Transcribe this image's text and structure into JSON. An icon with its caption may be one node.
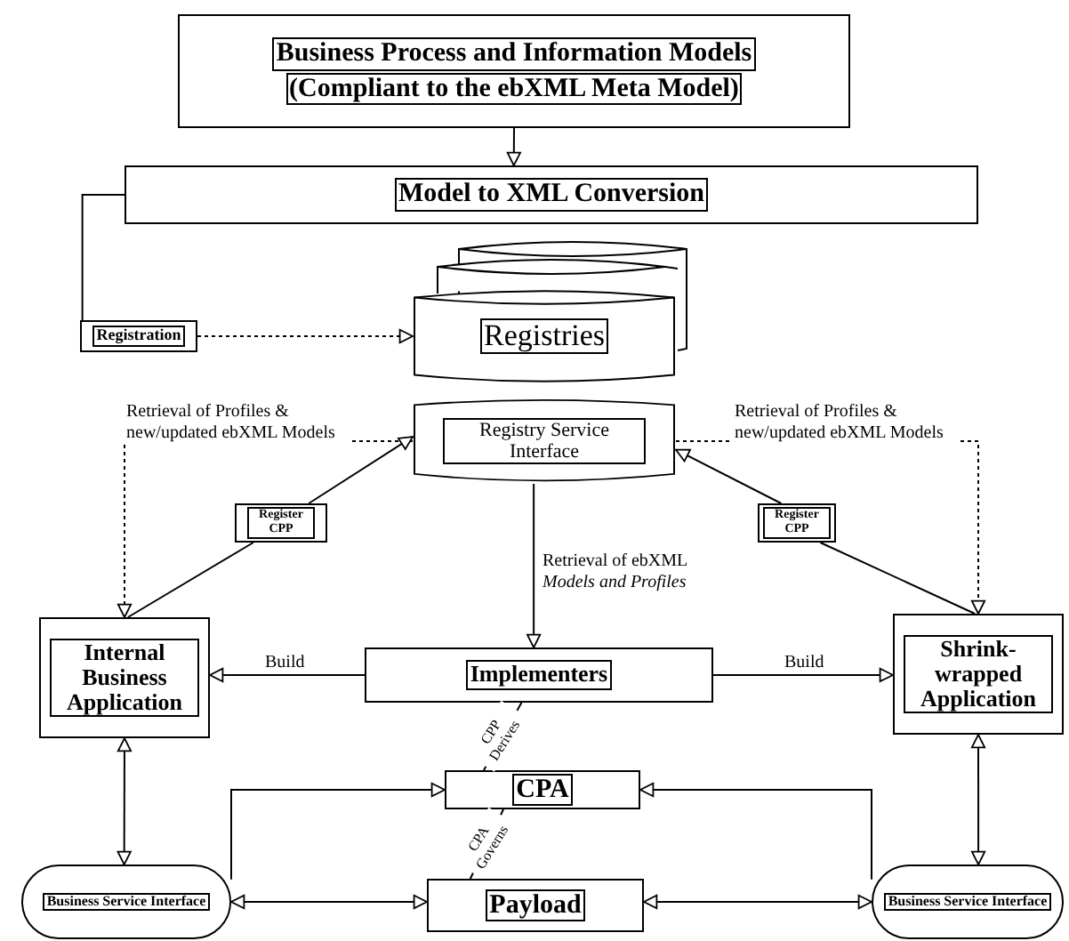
{
  "diagram": {
    "nodes": [
      {
        "text": [
          "Business Process and Information Models",
          "(Compliant to the ebXML Meta Model)"
        ]
      },
      {
        "text": [
          "Model to XML Conversion"
        ]
      },
      {
        "text": [
          "Registries"
        ]
      },
      {
        "text": [
          "Registry Service Interface"
        ]
      },
      {
        "text": [
          "Registration"
        ]
      },
      {
        "text": [
          "Register CPP"
        ]
      },
      {
        "text": [
          "Register CPP"
        ]
      },
      {
        "text": [
          "Internal Business Application"
        ]
      },
      {
        "text": [
          "Implementers"
        ]
      },
      {
        "text": [
          "Shrink- wrapped Application"
        ]
      },
      {
        "text": [
          "CPA"
        ]
      },
      {
        "text": [
          "Payload"
        ]
      },
      {
        "text": [
          "Business Service Interface"
        ]
      },
      {
        "text": [
          "Business Service Interface"
        ]
      }
    ],
    "edges": [
      {
        "from": 0,
        "to": 1,
        "arrow": "to"
      },
      {
        "from": 1,
        "to": 4,
        "arrow": "none"
      },
      {
        "from": 4,
        "to": 2,
        "arrow": "to",
        "style": "dashed"
      },
      {
        "from": 3,
        "to": 7,
        "arrow": "to",
        "style": "dashed",
        "label": "Retrieval of Profiles & new/updated ebXML Models"
      },
      {
        "from": 3,
        "to": 9,
        "arrow": "to",
        "style": "dashed",
        "label": "Retrieval of Profiles & new/updated ebXML Models"
      },
      {
        "from": 7,
        "to": 5,
        "arrow": "none"
      },
      {
        "from": 5,
        "to": 3,
        "arrow": "to"
      },
      {
        "from": 9,
        "to": 6,
        "arrow": "none"
      },
      {
        "from": 6,
        "to": 3,
        "arrow": "to"
      },
      {
        "from": 3,
        "to": 8,
        "arrow": "to",
        "label": "Retrieval of ebXML *Models and Profiles*"
      },
      {
        "from": 8,
        "to": 7,
        "arrow": "to",
        "label": "Build"
      },
      {
        "from": 8,
        "to": 9,
        "arrow": "to",
        "label": "Build"
      },
      {
        "from": 8,
        "to": 10,
        "arrow": "none",
        "label": "CPP Derives"
      },
      {
        "from": 10,
        "to": 11,
        "arrow": "none",
        "label": "CPA Governs"
      },
      {
        "from": 7,
        "to": 12,
        "arrow": "both"
      },
      {
        "from": 9,
        "to": 13,
        "arrow": "both"
      },
      {
        "from": 12,
        "to": 10,
        "arrow": "to"
      },
      {
        "from": 12,
        "to": 11,
        "arrow": "both"
      },
      {
        "from": 13,
        "to": 10,
        "arrow": "to"
      },
      {
        "from": 13,
        "to": 11,
        "arrow": "both"
      }
    ]
  }
}
